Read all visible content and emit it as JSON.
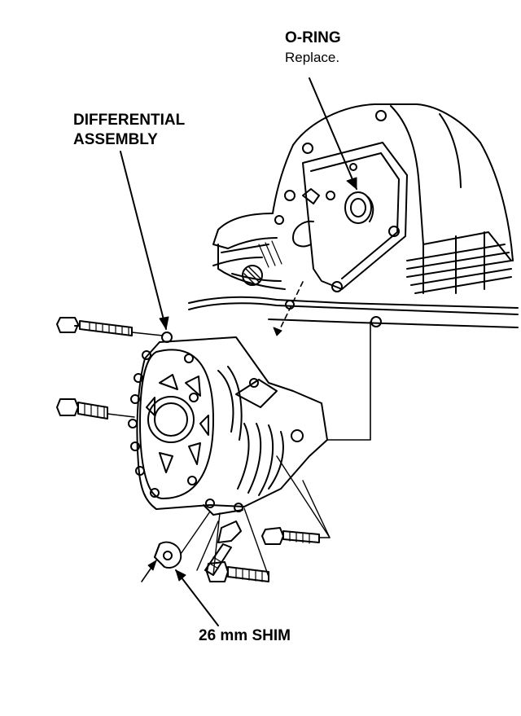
{
  "labels": {
    "o_ring_title": "O-RING",
    "o_ring_note": "Replace.",
    "diff_line1": "DIFFERENTIAL",
    "diff_line2": "ASSEMBLY",
    "shim": "26 mm SHIM"
  },
  "colors": {
    "ink": "#000000",
    "paper": "#ffffff"
  },
  "icons": [
    "bolt-icon",
    "shim-icon",
    "o-ring-icon",
    "arrow-icon"
  ]
}
